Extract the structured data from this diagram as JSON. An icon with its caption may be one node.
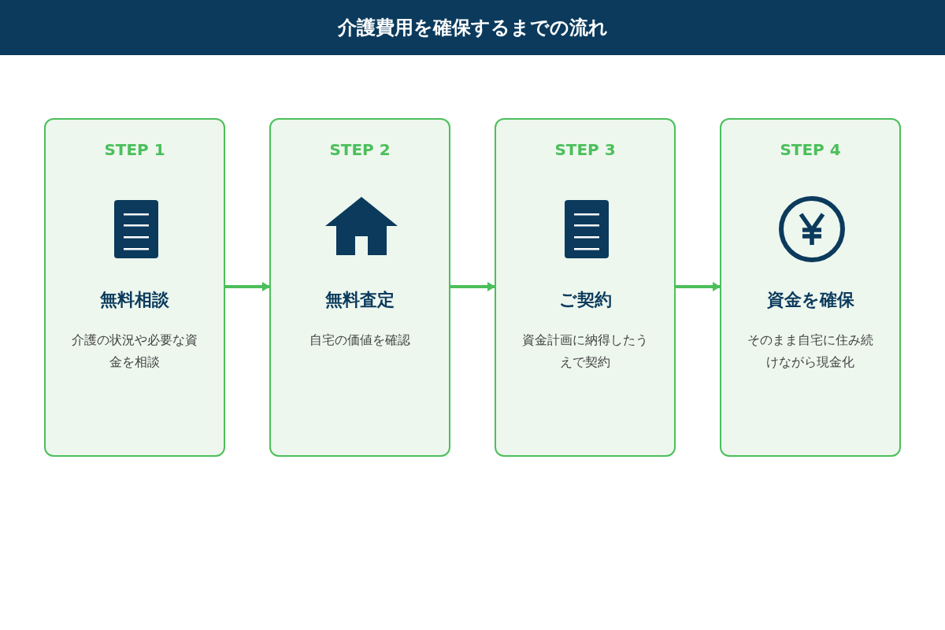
{
  "diagram": {
    "title": "介護費用を確保するまでの流れ",
    "nodes": [
      {
        "text": [
          "STEP 1",
          "無料相談",
          "介護の状況や必要な資金を相談"
        ]
      },
      {
        "text": [
          "STEP 2",
          "無料査定",
          "自宅の価値を確認"
        ]
      },
      {
        "text": [
          "STEP 3",
          "ご契約",
          "資金計画に納得したうえで契約"
        ]
      },
      {
        "text": [
          "STEP 4",
          "資金を確保",
          "そのまま自宅に住み続けながら現金化"
        ]
      }
    ],
    "edges": [
      {
        "from": 0,
        "to": 1,
        "arrow": "to"
      },
      {
        "from": 1,
        "to": 2,
        "arrow": "to"
      },
      {
        "from": 2,
        "to": 3,
        "arrow": "to"
      }
    ]
  }
}
